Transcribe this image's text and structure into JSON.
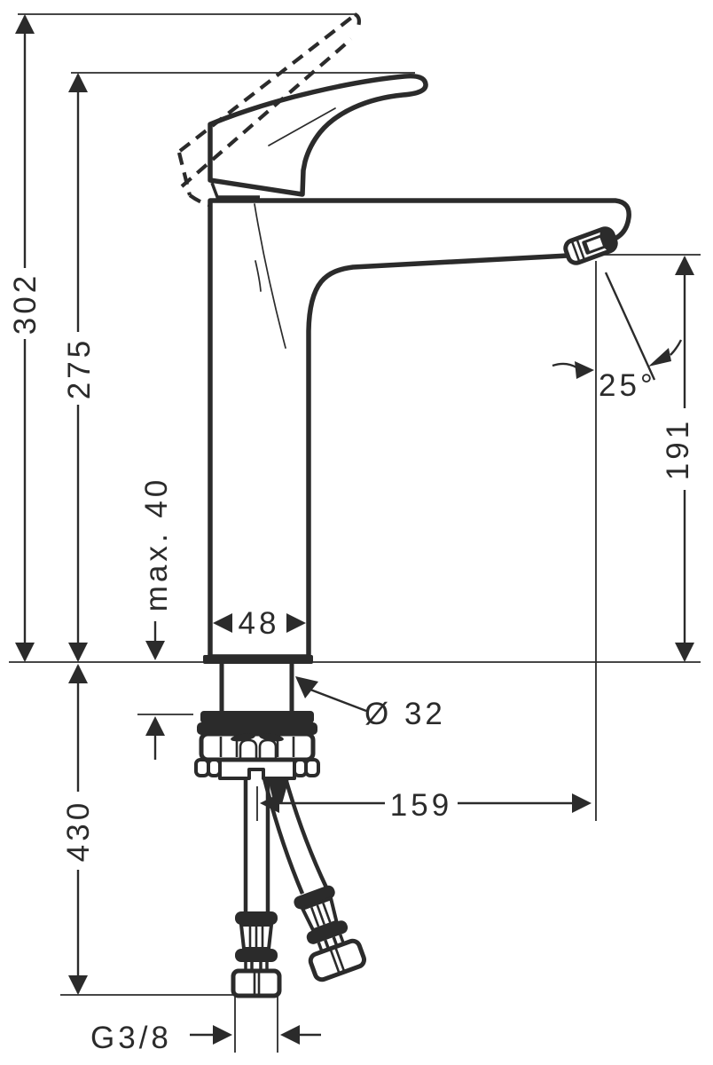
{
  "labels": {
    "overall_height": "302",
    "body_height": "275",
    "max_mounting_thickness": "max. 40",
    "base_width": "48",
    "hole_diameter": "Ø 32",
    "spout_angle": "25°",
    "spout_height": "191",
    "below_deck_length": "430",
    "spout_reach": "159",
    "connection_thread": "G3/8"
  },
  "colors": {
    "ink": "#2b2b2b",
    "background": "#ffffff"
  }
}
